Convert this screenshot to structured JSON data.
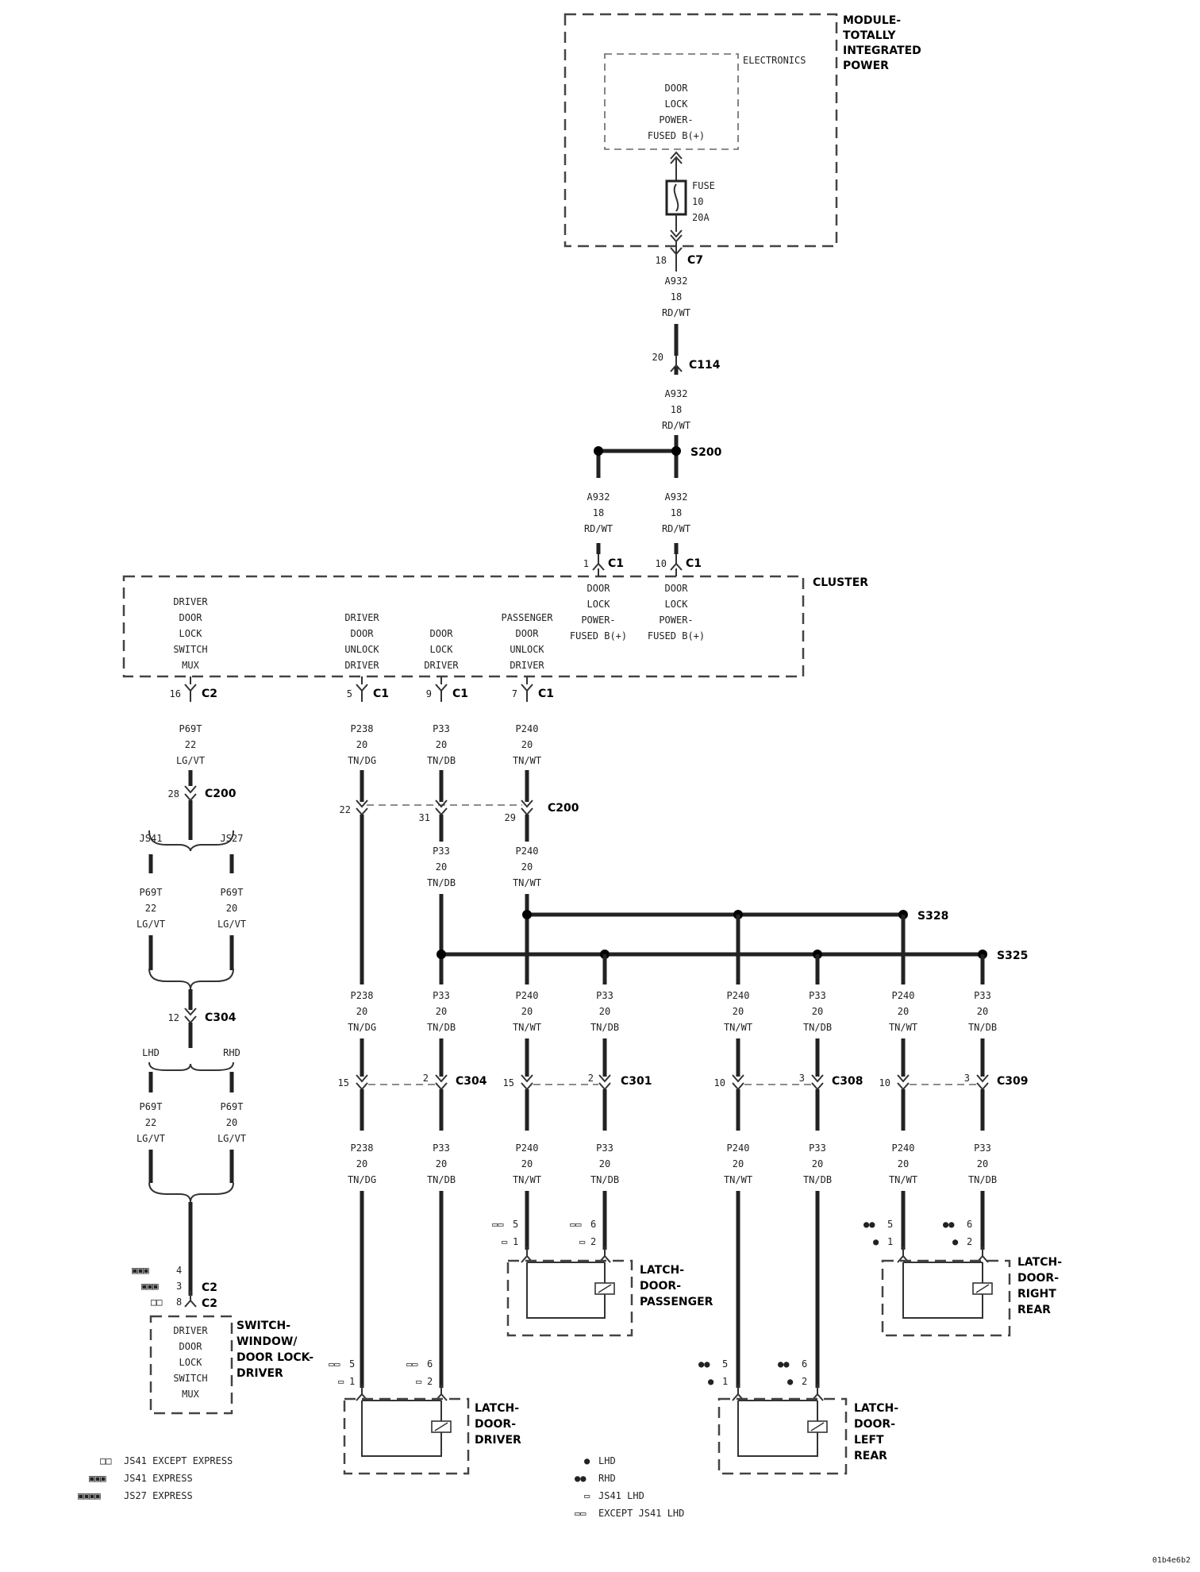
{
  "module": {
    "title": [
      "MODULE-",
      "TOTALLY",
      "INTEGRATED",
      "POWER"
    ],
    "electronics": "ELECTRONICS",
    "internal": [
      "DOOR",
      "LOCK",
      "POWER-",
      "FUSED B(+)"
    ],
    "fuse": [
      "FUSE",
      "10",
      "20A"
    ]
  },
  "c7": {
    "pin": "18",
    "name": "C7"
  },
  "wire_a932": [
    "A932",
    "18",
    "RD/WT"
  ],
  "c114": {
    "pin": "20",
    "name": "C114"
  },
  "s200": "S200",
  "cluster": {
    "title": "CLUSTER",
    "c1_left": {
      "pin": "1",
      "name": "C1"
    },
    "c1_right": {
      "pin": "10",
      "name": "C1"
    },
    "fused_left": [
      "DOOR",
      "LOCK",
      "POWER-",
      "FUSED B(+)"
    ],
    "fused_right": [
      "DOOR",
      "LOCK",
      "POWER-",
      "FUSED B(+)"
    ],
    "driver_switch": [
      "DRIVER",
      "DOOR",
      "LOCK",
      "SWITCH",
      "MUX"
    ],
    "driver_unlock": [
      "DRIVER",
      "DOOR",
      "UNLOCK",
      "DRIVER"
    ],
    "lock_driver": [
      "DOOR",
      "LOCK",
      "DRIVER"
    ],
    "pass_unlock": [
      "PASSENGER",
      "DOOR",
      "UNLOCK",
      "DRIVER"
    ]
  },
  "out_connectors": [
    {
      "pin": "16",
      "name": "C2"
    },
    {
      "pin": "5",
      "name": "C1"
    },
    {
      "pin": "9",
      "name": "C1"
    },
    {
      "pin": "7",
      "name": "C1"
    }
  ],
  "wires": {
    "p69t_22": [
      "P69T",
      "22",
      "LG/VT"
    ],
    "p69t_20": [
      "P69T",
      "20",
      "LG/VT"
    ],
    "p238": [
      "P238",
      "20",
      "TN/DG"
    ],
    "p33": [
      "P33",
      "20",
      "TN/DB"
    ],
    "p240": [
      "P240",
      "20",
      "TN/WT"
    ]
  },
  "c200": {
    "name": "C200",
    "left_pin": "28",
    "pins": [
      "22",
      "31",
      "29"
    ]
  },
  "c304_left": {
    "name": "C304",
    "pin": "12"
  },
  "options": {
    "js41": "JS41",
    "js27": "JS27",
    "lhd": "LHD",
    "rhd": "RHD"
  },
  "splices": {
    "s328": "S328",
    "s325": "S325"
  },
  "inline": [
    {
      "name": "C304",
      "pins": [
        "15",
        "2"
      ]
    },
    {
      "name": "C301",
      "pins": [
        "15",
        "2"
      ]
    },
    {
      "name": "C308",
      "pins": [
        "10",
        "3"
      ]
    },
    {
      "name": "C309",
      "pins": [
        "10",
        "3"
      ]
    }
  ],
  "switch": {
    "title": [
      "SWITCH-",
      "WINDOW/",
      "DOOR LOCK-",
      "DRIVER"
    ],
    "inner": [
      "DRIVER",
      "DOOR",
      "LOCK",
      "SWITCH",
      "MUX"
    ],
    "conn": [
      {
        "pin": "4",
        "name": "C2"
      },
      {
        "pin": "3",
        "name": "C2"
      },
      {
        "pin": "8",
        "name": "C2"
      }
    ]
  },
  "latch_pins": {
    "a": "5",
    "b": "1",
    "c": "6",
    "d": "2"
  },
  "latches": {
    "driver": [
      "LATCH-",
      "DOOR-",
      "DRIVER"
    ],
    "passenger": [
      "LATCH-",
      "DOOR-",
      "PASSENGER"
    ],
    "left_rear": [
      "LATCH-",
      "DOOR-",
      "LEFT",
      "REAR"
    ],
    "right_rear": [
      "LATCH-",
      "DOOR-",
      "RIGHT",
      "REAR"
    ]
  },
  "legend_left": [
    "JS41 EXCEPT EXPRESS",
    "JS41 EXPRESS",
    "JS27 EXPRESS"
  ],
  "legend_right": [
    "LHD",
    "RHD",
    "JS41 LHD",
    "EXCEPT JS41 LHD"
  ],
  "figure_id": "01b4e6b2"
}
